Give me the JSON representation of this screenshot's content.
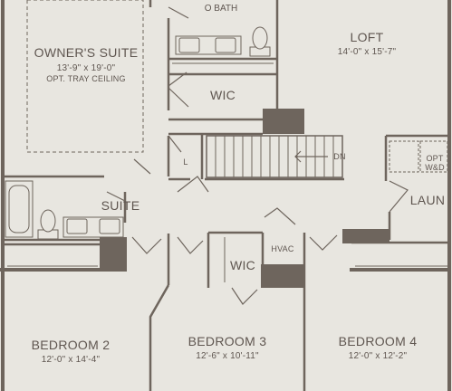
{
  "rooms": {
    "owners_suite": {
      "name": "OWNER'S SUITE",
      "size": "13'-9\" x 19'-0\"",
      "note": "OPT. TRAY CEILING"
    },
    "owners_bath": {
      "name": "O BATH"
    },
    "owners_wic": {
      "name": "WIC"
    },
    "loft": {
      "name": "LOFT",
      "size": "14'-0\" x 15'-7\""
    },
    "linen": {
      "name": "L"
    },
    "stairs": {
      "label": "DN"
    },
    "laundry": {
      "name": "LAUN",
      "note_line1": "OPT",
      "note_line2": "W&D"
    },
    "suite": {
      "name": "SUITE"
    },
    "wic_2": {
      "name": "WIC"
    },
    "hvac": {
      "name": "HVAC"
    },
    "bedroom_2": {
      "name": "BEDROOM 2",
      "size": "12'-0\" x 14'-4\""
    },
    "bedroom_3": {
      "name": "BEDROOM 3",
      "size": "12'-6\" x 10'-11\""
    },
    "bedroom_4": {
      "name": "BEDROOM 4",
      "size": "12'-0\" x 12'-2\""
    }
  },
  "colors": {
    "wall": "#6e655d",
    "floor": "#e8e6e0",
    "line": "#5f5650"
  }
}
